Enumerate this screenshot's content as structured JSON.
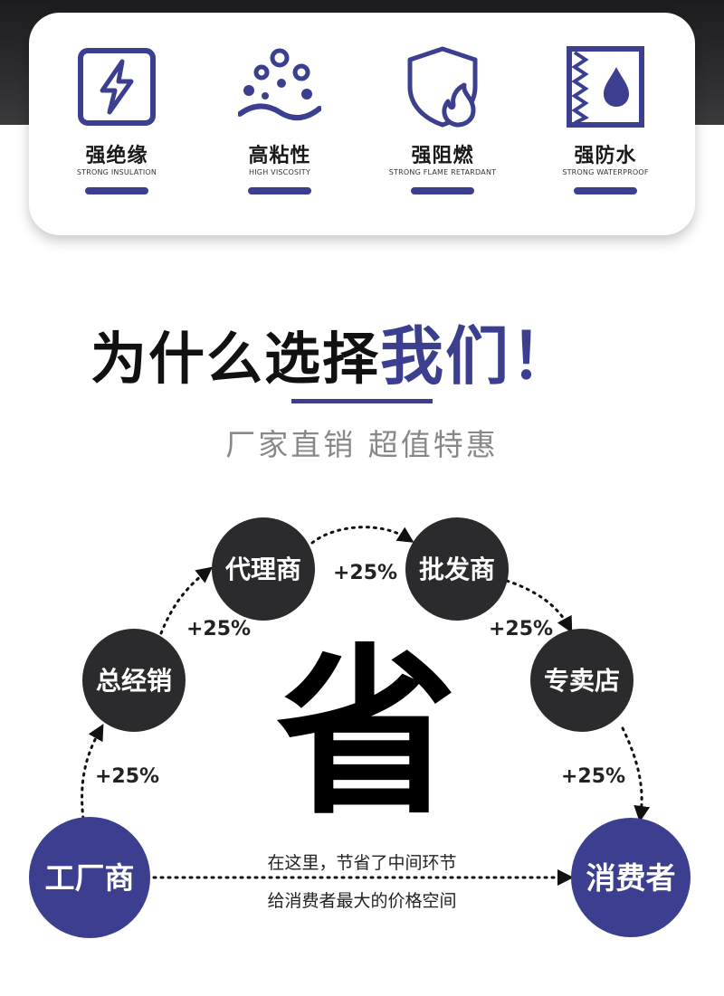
{
  "features": [
    {
      "cn": "强绝缘",
      "en": "STRONG INSULATION",
      "icon": "lightning-box-icon"
    },
    {
      "cn": "高粘性",
      "en": "HIGH VISCOSITY",
      "icon": "bubbles-wave-icon"
    },
    {
      "cn": "强阻燃",
      "en": "STRONG FLAME RETARDANT",
      "icon": "shield-flame-icon"
    },
    {
      "cn": "强防水",
      "en": "STRONG WATERPROOF",
      "icon": "water-drop-icon"
    }
  ],
  "headline": {
    "dark": "为什么选择",
    "blue": "我们！"
  },
  "subline": "厂家直销 超值特惠",
  "chain": {
    "factory": "工厂商",
    "general": "总经销",
    "agent": "代理商",
    "wholesale": "批发商",
    "store": "专卖店",
    "consumer": "消费者",
    "markup": "+25%",
    "center_char": "省",
    "note_line1": "在这里，节省了中间环节",
    "note_line2": "给消费者最大的价格空间"
  },
  "colors": {
    "accent": "#3c3f8f",
    "node_dark": "#2b2b2d",
    "ink": "#111111"
  }
}
